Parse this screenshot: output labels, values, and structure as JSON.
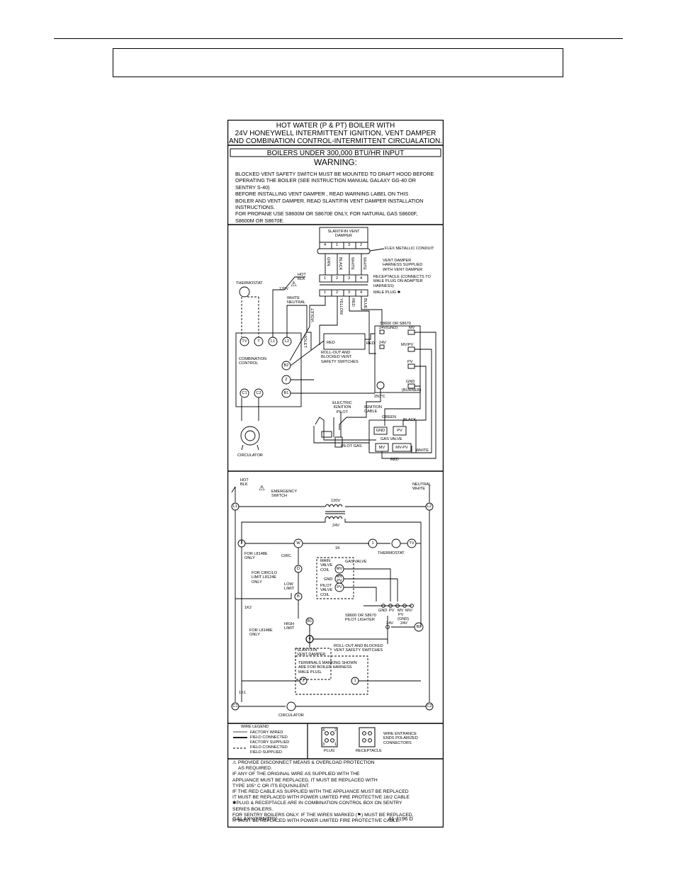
{
  "panel": {
    "title": [
      "HOT WATER (P & PT) BOILER WITH",
      "24V HONEYWELL INTERMITTENT IGNITION, VENT DAMPER",
      "AND COMBINATION CONTROL-INTERMITTENT CIRCUALATION."
    ],
    "subtitle": "BOILERS UNDER  300,000 BTU/HR INPUT",
    "warning_title": "WARNING:",
    "warning_lines": [
      "BLOCKED VENT SAFETY SWITCH MUST BE MOUNTED TO DRAFT HOOD BEFORE",
      "OPERATING THE BOILER (SEE INSTRUCTION MANUAL GALAXY GG-40 OR",
      "SENTRY S-40)",
      "BEFORE INSTALLING VENT DAMPER , READ WARNING LABEL ON THIS",
      "BOILER AND VENT DAMPER. READ SLANT/FIN VENT DAMPER INSTALLATION",
      "INSTRUCTIONS.",
      "FOR PROPANE USE S8600M OR S8670E ONLY, FOR NATURAL GAS S8600F,",
      "S8600M OR S8670E."
    ]
  },
  "connection_diagram": {
    "vent_damper_label": [
      "SLANT/FIN VENT",
      "DAMPER"
    ],
    "damper_pins": [
      "4",
      "1",
      "3",
      "2"
    ],
    "flex_conduit": "FLEX METALLIC CONDUIT",
    "harness_wires": [
      "GRN",
      "BLACK",
      "WHITE",
      "WHITE"
    ],
    "harness_label": [
      "VENT DAMPER",
      "HARNESS SUPPLIED",
      "WITH VENT DAMPER"
    ],
    "receptacle_pins": [
      "1",
      "2",
      "3",
      "4"
    ],
    "receptacle_label": [
      "RECEPTACLE (CONNECTS TO",
      "MALE PLUG ON ADAPTER",
      "HARNESS)"
    ],
    "male_plug_pins": [
      "1",
      "2",
      "3",
      "4"
    ],
    "male_plug_label": "MALE PLUG ✱",
    "plug_wires": [
      "VIOLET",
      "YELLOW",
      "RED",
      "BLUE"
    ],
    "hot_label": [
      "HOT",
      "BLK"
    ],
    "volt_120": "120V",
    "white_neutral": [
      "WHITE",
      "NEUTRAL"
    ],
    "thermostat": "THERMOSTAT",
    "control_terminals": [
      "TV",
      "T",
      "L1",
      "L2"
    ],
    "combination_control": [
      "COMBINATION",
      "CONTROL"
    ],
    "side_terminals": [
      "B2",
      "Z",
      "B1"
    ],
    "circ_terminals": [
      "C1",
      "C2"
    ],
    "circulator": "CIRCULATOR",
    "violet": "VIOLET",
    "red": "RED",
    "rollout_label": [
      "ROLL-OUT AND",
      "BLOCKED VENT",
      "SAFETY SWITCHES"
    ],
    "ignition_module": "S8600 OR S8670",
    "module_terminals": [
      "24V(GND)",
      "24V",
      "MV",
      "MV/PV",
      "PV",
      "GND",
      "(BURNER)"
    ],
    "temp_label": "250°C",
    "electric_ignition": [
      "ELECTRIC",
      "IGNITION",
      "PILOT"
    ],
    "ignition_cable": [
      "IGNITION",
      "CABLE"
    ],
    "green": "GREEN",
    "black": "BLACK",
    "gas_valve": "GAS VALVE",
    "valve_terminals": [
      "GND",
      "PV",
      "MV",
      "MV-PV"
    ],
    "pilot_gas": "PILOT GAS",
    "white": "WHITE"
  },
  "ladder_diagram": {
    "hot": [
      "HOT",
      "BLK"
    ],
    "emergency_switch": [
      "EMERGENCY",
      "SWITCH"
    ],
    "neutral": [
      "NEUTRAL",
      "WHITE"
    ],
    "l1": "L1",
    "l2": "L2",
    "v120": "120V",
    "v24": "24V",
    "t2": "2",
    "w": "W",
    "k1": "1K",
    "t1": "1",
    "tv": "TV",
    "thermostat": "THERMOSTAT",
    "l8148e": [
      "FOR L8148E",
      "ONLY"
    ],
    "circ": "CIRC.",
    "d": "D",
    "circlo": [
      "FOR CIRC/LO",
      "LIMIT L8124E",
      "ONLY"
    ],
    "low_limit": [
      "LOW",
      "LIMIT"
    ],
    "b": "B",
    "k2": "1K2",
    "main_valve_coil": [
      "MAIN",
      "VALVE",
      "COIL"
    ],
    "gas_valve": "GAS VALVE",
    "gnd": "GND",
    "pilot_valve_coil": [
      "PILOT",
      "VALVE",
      "COIL"
    ],
    "mv": "MV",
    "mvpv": [
      "MV",
      "PV"
    ],
    "pv": "PV",
    "module_terms": [
      "GND",
      "PV",
      "MV",
      "MV/",
      "PV",
      "(GND)",
      "24V"
    ],
    "s8600_pilot": [
      "S8600 OR S8670",
      "PILOT LIGHTER"
    ],
    "for_l8148e": [
      "FOR L8148E",
      "ONLY"
    ],
    "high_limit": [
      "HIGH",
      "LIMIT"
    ],
    "b1": "B1",
    "b2": "B2",
    "v24b": "24V",
    "t4": "4",
    "rollout": [
      "ROLL-OUT AND BLOCKED",
      "VENT SAFETY SWITCHES"
    ],
    "slant_fin_damper": [
      "SLANT/FIN",
      "VENT DAMPER"
    ],
    "terminals_marking": [
      "TERMINALS MARKING SHOWN",
      "ARE FOR BOILER HARNESS",
      "MALE PLUG."
    ],
    "t2b": "2",
    "t1b": "1",
    "k1b": "1K1",
    "c1": "C1",
    "c2": "C2",
    "circulator": "CIRCULATOR"
  },
  "legend": {
    "title": "WIRE LEGEND",
    "items": [
      "FACTORY WIRED",
      "FIELD CONNECTED",
      "FACTORY SUPPLIED",
      "FIELD CONNECTED",
      "FIELD SUPPLIED"
    ],
    "plug": "PLUG",
    "receptacle": "RECEPTACLE",
    "plug_pins": [
      "4",
      "2",
      "1",
      "3"
    ],
    "wire_entrance": [
      "WIRE ENTRANCE",
      "ENDS POLARIZED",
      "CONNECTORS"
    ]
  },
  "notes": [
    "PROVIDE DISCONNECT MEANS & OVERLOAD PROTECTION",
    "AS REQUIRED.",
    "IF ANY OF THE ORIGINAL WIRE AS SUPPLIED WITH THE",
    "APPLIANCE MUST BE REPLACED, IT MUST BE REPLACED WITH",
    "TYPE 105° C OR ITS EQUIVALENT.",
    "IF THE RED CABLE AS SUPPLIED WITH THE APPLIANCE MUST BE REPLACED",
    "IT MUST BE REPLACED WITH POWER LIMITED FIRE PROTECTIVE 18/2 CABLE",
    "✱PLUG & RECEPTACLE ARE IN COMBINATION CONTROL BOX ON SENTRY",
    "SERIES BOILERS.",
    "FOR SENTRY BOILERS ONLY: IF THE WIRES MARKED (⚑) MUST BE REPLACED,",
    "IT MUST BE REPLACED WITH POWER LIMITED FIRE PROTECTIVE CABLE."
  ],
  "footer": {
    "left": "GALAXY/SENTRY",
    "right": "41-1196 D"
  }
}
